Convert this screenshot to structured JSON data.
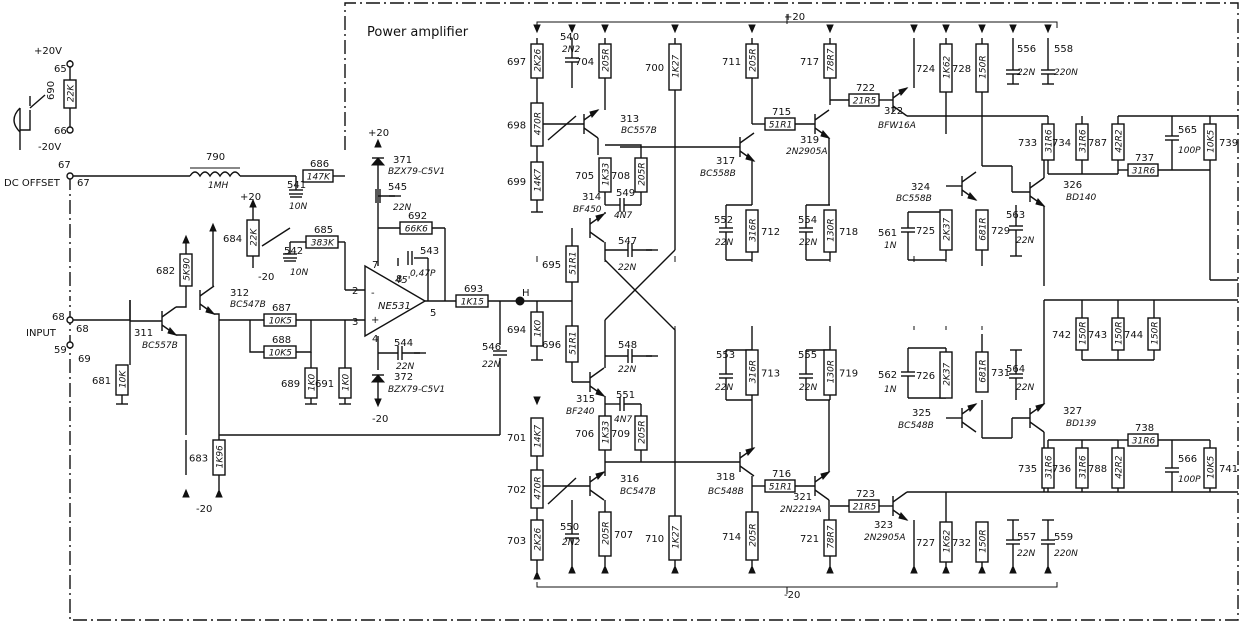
{
  "title": "Power   amplifier",
  "supply": {
    "top": "+20",
    "bottom": "-20"
  },
  "left_panel": {
    "plus20v": "+20V",
    "minus20v": "-20V",
    "pin65": "65",
    "pin66": "66",
    "pin67": "67",
    "pin67b": "67",
    "pin68": "68",
    "pin68b": "68",
    "pin59": "59",
    "pin69": "69",
    "dc_offset": "DC OFFSET",
    "input": "INPUT"
  },
  "op_amp": {
    "label": "NE531",
    "top_text": "45'",
    "pin2": "2",
    "pin3": "3",
    "pin4": "4",
    "pin5": "5",
    "pin7": "7",
    "pin8": "8",
    "minus": "-",
    "plus": "+"
  },
  "node_h": "H",
  "components": [
    {
      "id": "c_r690",
      "ref": "690",
      "value": "22K"
    },
    {
      "id": "c_l790",
      "ref": "790",
      "value": "1MH"
    },
    {
      "id": "c_r686",
      "ref": "686",
      "value": "147K"
    },
    {
      "id": "c_c541",
      "ref": "541",
      "value": "10N"
    },
    {
      "id": "c_d371",
      "ref": "371",
      "value": "BZX79-C5V1"
    },
    {
      "id": "c_d372",
      "ref": "372",
      "value": "BZX79-C5V1"
    },
    {
      "id": "c_c545",
      "ref": "545",
      "value": "22N"
    },
    {
      "id": "c_r692",
      "ref": "692",
      "value": "66K6"
    },
    {
      "id": "c_r685",
      "ref": "685",
      "value": "383K"
    },
    {
      "id": "c_r684",
      "ref": "684",
      "value": "22K"
    },
    {
      "id": "c_c542",
      "ref": "542",
      "value": "10N"
    },
    {
      "id": "c_c543",
      "ref": "543",
      "value": "0,47P"
    },
    {
      "id": "c_r693",
      "ref": "693",
      "value": "1K15"
    },
    {
      "id": "c_c546",
      "ref": "546",
      "value": "22N"
    },
    {
      "id": "c_c544",
      "ref": "544",
      "value": "22N"
    },
    {
      "id": "c_r682",
      "ref": "682",
      "value": "5K90"
    },
    {
      "id": "c_t312",
      "ref": "312",
      "value": "BC547B"
    },
    {
      "id": "c_t311",
      "ref": "311",
      "value": "BC557B"
    },
    {
      "id": "c_r687",
      "ref": "687",
      "value": "10K5"
    },
    {
      "id": "c_r688",
      "ref": "688",
      "value": "10K5"
    },
    {
      "id": "c_r689",
      "ref": "689",
      "value": "1K0"
    },
    {
      "id": "c_r691",
      "ref": "691",
      "value": "1K0"
    },
    {
      "id": "c_r681",
      "ref": "681",
      "value": "10K"
    },
    {
      "id": "c_r683",
      "ref": "683",
      "value": "1K96"
    },
    {
      "id": "c_r697",
      "ref": "697",
      "value": "2K26"
    },
    {
      "id": "c_c540",
      "ref": "540",
      "value": "2N2"
    },
    {
      "id": "c_r704",
      "ref": "704",
      "value": "205R"
    },
    {
      "id": "c_r700",
      "ref": "700",
      "value": "1K27"
    },
    {
      "id": "c_r711",
      "ref": "711",
      "value": "205R"
    },
    {
      "id": "c_r717",
      "ref": "717",
      "value": "78R7"
    },
    {
      "id": "c_r698",
      "ref": "698",
      "value": "470R"
    },
    {
      "id": "c_t313",
      "ref": "313",
      "value": "BC557B"
    },
    {
      "id": "c_r715",
      "ref": "715",
      "value": "51R1"
    },
    {
      "id": "c_t319",
      "ref": "319",
      "value": "2N2905A"
    },
    {
      "id": "c_r722",
      "ref": "722",
      "value": "21R5"
    },
    {
      "id": "c_t322",
      "ref": "322",
      "value": "BFW16A"
    },
    {
      "id": "c_r699",
      "ref": "699",
      "value": "14K7"
    },
    {
      "id": "c_r705",
      "ref": "705",
      "value": "1K33"
    },
    {
      "id": "c_r708",
      "ref": "708",
      "value": "205R"
    },
    {
      "id": "c_t317",
      "ref": "317",
      "value": "BC558B"
    },
    {
      "id": "c_c549",
      "ref": "549",
      "value": "4N7"
    },
    {
      "id": "c_t314",
      "ref": "314",
      "value": "BF450"
    },
    {
      "id": "c_r724",
      "ref": "724",
      "value": "1K62"
    },
    {
      "id": "c_r728",
      "ref": "728",
      "value": "150R"
    },
    {
      "id": "c_c556",
      "ref": "556",
      "value": "22N"
    },
    {
      "id": "c_c558",
      "ref": "558",
      "value": "220N"
    },
    {
      "id": "c_r733",
      "ref": "733",
      "value": "31R6"
    },
    {
      "id": "c_r734",
      "ref": "734",
      "value": "31R6"
    },
    {
      "id": "c_r787",
      "ref": "787",
      "value": "42R2"
    },
    {
      "id": "c_c565",
      "ref": "565",
      "value": "100P"
    },
    {
      "id": "c_r739",
      "ref": "739",
      "value": "10K5"
    },
    {
      "id": "c_r737",
      "ref": "737",
      "value": "31R6"
    },
    {
      "id": "c_t324",
      "ref": "324",
      "value": "BC558B"
    },
    {
      "id": "c_t326",
      "ref": "326",
      "value": "BD140"
    },
    {
      "id": "c_c552",
      "ref": "552",
      "value": "22N"
    },
    {
      "id": "c_r712",
      "ref": "712",
      "value": "316R"
    },
    {
      "id": "c_c554",
      "ref": "554",
      "value": "22N"
    },
    {
      "id": "c_r718",
      "ref": "718",
      "value": "130R"
    },
    {
      "id": "c_c547",
      "ref": "547",
      "value": "22N"
    },
    {
      "id": "c_c561",
      "ref": "561",
      "value": "1N"
    },
    {
      "id": "c_r725",
      "ref": "725",
      "value": "2K37"
    },
    {
      "id": "c_r729",
      "ref": "729",
      "value": "681R"
    },
    {
      "id": "c_c563",
      "ref": "563",
      "value": "22N"
    },
    {
      "id": "c_r695",
      "ref": "695",
      "value": "51R1"
    },
    {
      "id": "c_r694",
      "ref": "694",
      "value": "1K0"
    },
    {
      "id": "c_r696",
      "ref": "696",
      "value": "51R1"
    },
    {
      "id": "c_c548",
      "ref": "548",
      "value": "22N"
    },
    {
      "id": "c_c553",
      "ref": "553",
      "value": "22N"
    },
    {
      "id": "c_r713",
      "ref": "713",
      "value": "316R"
    },
    {
      "id": "c_c555",
      "ref": "555",
      "value": "22N"
    },
    {
      "id": "c_r719",
      "ref": "719",
      "value": "130R"
    },
    {
      "id": "c_r742",
      "ref": "742",
      "value": "150R"
    },
    {
      "id": "c_r743",
      "ref": "743",
      "value": "150R"
    },
    {
      "id": "c_r744",
      "ref": "744",
      "value": "150R"
    },
    {
      "id": "c_c562",
      "ref": "562",
      "value": "1N"
    },
    {
      "id": "c_r726",
      "ref": "726",
      "value": "2K37"
    },
    {
      "id": "c_r731",
      "ref": "731",
      "value": "681R"
    },
    {
      "id": "c_c564",
      "ref": "564",
      "value": "22N"
    },
    {
      "id": "c_t315",
      "ref": "315",
      "value": "BF240"
    },
    {
      "id": "c_c551",
      "ref": "551",
      "value": "4N7"
    },
    {
      "id": "c_t325",
      "ref": "325",
      "value": "BC548B"
    },
    {
      "id": "c_t327",
      "ref": "327",
      "value": "BD139"
    },
    {
      "id": "c_r701",
      "ref": "701",
      "value": "14K7"
    },
    {
      "id": "c_r706",
      "ref": "706",
      "value": "1K33"
    },
    {
      "id": "c_r709",
      "ref": "709",
      "value": "205R"
    },
    {
      "id": "c_r738",
      "ref": "738",
      "value": "31R6"
    },
    {
      "id": "c_r735",
      "ref": "735",
      "value": "31R6"
    },
    {
      "id": "c_r736",
      "ref": "736",
      "value": "31R6"
    },
    {
      "id": "c_r788",
      "ref": "788",
      "value": "42R2"
    },
    {
      "id": "c_c566",
      "ref": "566",
      "value": "100P"
    },
    {
      "id": "c_r741",
      "ref": "741",
      "value": "10K5"
    },
    {
      "id": "c_r702",
      "ref": "702",
      "value": "470R"
    },
    {
      "id": "c_t316",
      "ref": "316",
      "value": "BC547B"
    },
    {
      "id": "c_t318",
      "ref": "318",
      "value": "BC548B"
    },
    {
      "id": "c_r716",
      "ref": "716",
      "value": "51R1"
    },
    {
      "id": "c_t321",
      "ref": "321",
      "value": "2N2219A"
    },
    {
      "id": "c_r723",
      "ref": "723",
      "value": "21R5"
    },
    {
      "id": "c_t323",
      "ref": "323",
      "value": "2N2905A"
    },
    {
      "id": "c_r703",
      "ref": "703",
      "value": "2K26"
    },
    {
      "id": "c_c550",
      "ref": "550",
      "value": "2N2"
    },
    {
      "id": "c_r707",
      "ref": "707",
      "value": "205R"
    },
    {
      "id": "c_r710",
      "ref": "710",
      "value": "1K27"
    },
    {
      "id": "c_r714",
      "ref": "714",
      "value": "205R"
    },
    {
      "id": "c_r721",
      "ref": "721",
      "value": "78R7"
    },
    {
      "id": "c_r727",
      "ref": "727",
      "value": "1K62"
    },
    {
      "id": "c_r732",
      "ref": "732",
      "value": "150R"
    },
    {
      "id": "c_c557",
      "ref": "557",
      "value": "22N"
    },
    {
      "id": "c_c559",
      "ref": "559",
      "value": "220N"
    }
  ]
}
